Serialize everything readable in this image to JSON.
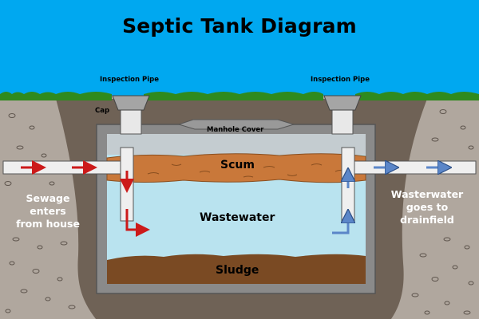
{
  "title": "Septic Tank Diagram",
  "labels": {
    "inspection_pipe_left": "Inspection Pipe",
    "inspection_pipe_right": "Inspection Pipe",
    "cap": "Cap",
    "manhole_cover": "Manhole Cover",
    "scum": "Scum",
    "wastewater": "Wastewater",
    "sludge": "Sludge",
    "inlet_text": "Sewage\nenters\nfrom house",
    "outlet_text": "Wasterwater\ngoes to\ndrainfield"
  },
  "colors": {
    "sky": "#00a8f0",
    "grass": "#2f8a1e",
    "soil_dark": "#6f6256",
    "gravel": "#b0a79e",
    "tank_wall": "#8a8a8a",
    "water": "#b9e3ef",
    "scum": "#c9783a",
    "sludge": "#7a4a23",
    "inflow_arrow": "#cc1a1a",
    "outflow_arrow": "#5b86c8"
  }
}
